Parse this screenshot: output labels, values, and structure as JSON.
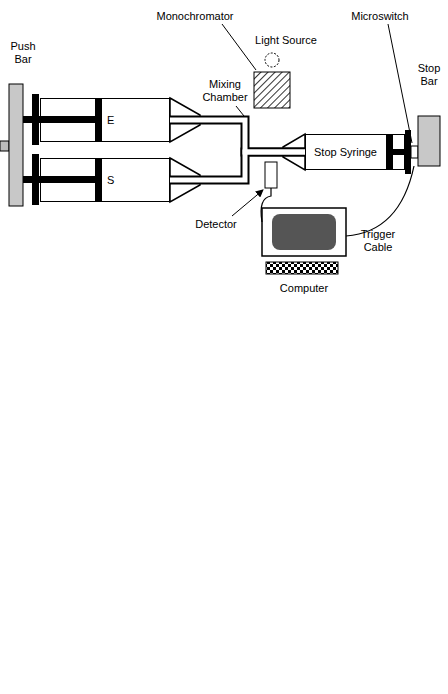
{
  "diagram": {
    "nodes": [
      {
        "text": [
          "E"
        ]
      },
      {
        "text": [
          "S"
        ]
      },
      {
        "text": [
          "Stop Syringe"
        ]
      }
    ],
    "edges": [
      {
        "from": 0,
        "to": 2,
        "arrow": "none"
      },
      {
        "from": 1,
        "to": 2,
        "arrow": "none"
      }
    ],
    "labels": [
      "Push Bar",
      "Monochromator",
      "Light Source",
      "Microswitch",
      "Stop Bar",
      "Mixing Chamber",
      "Detector",
      "Trigger Cable",
      "Computer"
    ]
  }
}
